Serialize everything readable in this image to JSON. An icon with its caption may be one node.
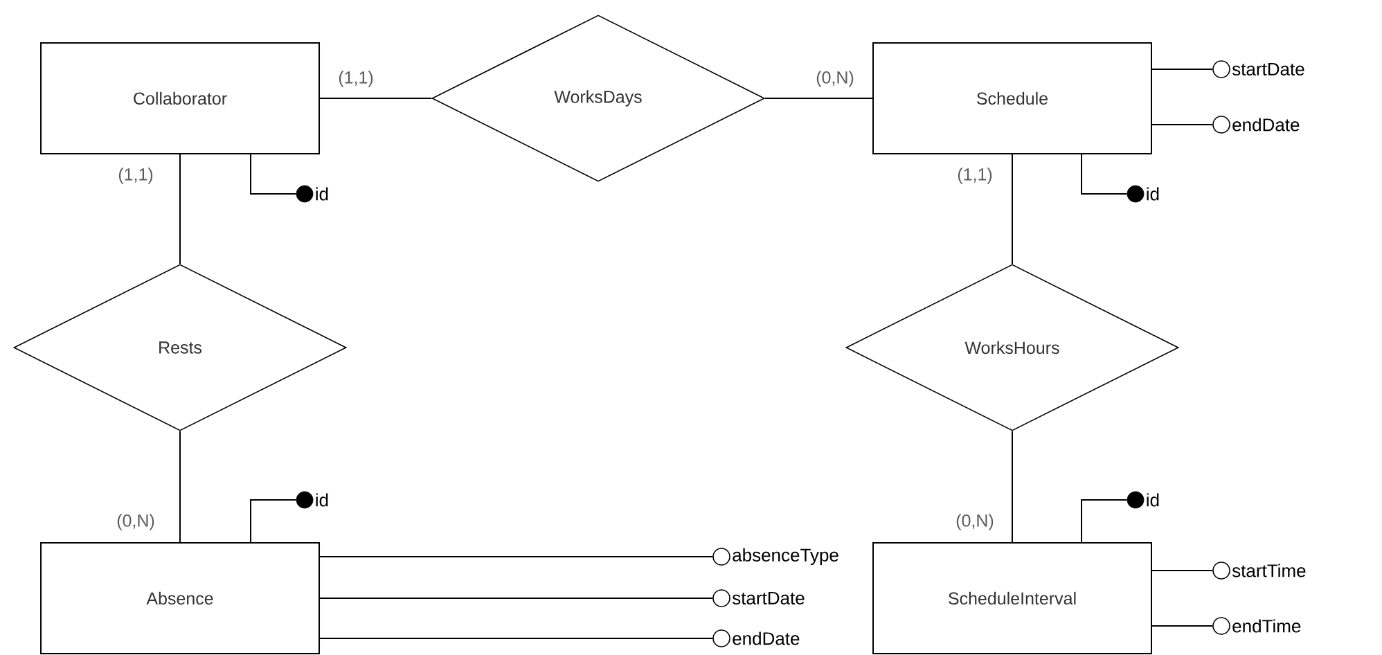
{
  "diagram": {
    "nodes": [
      {
        "text": [
          "Collaborator"
        ]
      },
      {
        "text": [
          "WorksDays"
        ]
      },
      {
        "text": [
          "Schedule"
        ]
      },
      {
        "text": [],
        "shape": "circle",
        "beside": [
          "startDate"
        ]
      },
      {
        "text": [],
        "shape": "circle",
        "beside": [
          "endDate"
        ]
      },
      {
        "text": [],
        "shape": "dot",
        "beside": [
          "id"
        ]
      },
      {
        "text": [],
        "shape": "dot",
        "beside": [
          "id"
        ]
      },
      {
        "text": [
          "Rests"
        ]
      },
      {
        "text": [
          "WorksHours"
        ]
      },
      {
        "text": [],
        "shape": "dot",
        "beside": [
          "id"
        ]
      },
      {
        "text": [],
        "shape": "dot",
        "beside": [
          "id"
        ]
      },
      {
        "text": [],
        "shape": "circle",
        "beside": [
          "absenceType"
        ]
      },
      {
        "text": [],
        "shape": "circle",
        "beside": [
          "startTime"
        ]
      },
      {
        "text": [
          "Absence"
        ]
      },
      {
        "text": [
          "ScheduleInterval"
        ]
      },
      {
        "text": [],
        "shape": "circle",
        "beside": [
          "startDate"
        ]
      },
      {
        "text": [],
        "shape": "circle",
        "beside": [
          "endTime"
        ]
      },
      {
        "text": [],
        "shape": "circle",
        "beside": [
          "endDate"
        ]
      }
    ],
    "edges": [
      {
        "from": 0,
        "to": 1,
        "arrow": "none",
        "label": "(1,1)"
      },
      {
        "from": 1,
        "to": 2,
        "arrow": "none",
        "label": "(0,N)"
      },
      {
        "from": 0,
        "to": 7,
        "arrow": "none",
        "label": "(1,1)"
      },
      {
        "from": 7,
        "to": 13,
        "arrow": "none",
        "label": "(0,N)"
      },
      {
        "from": 2,
        "to": 8,
        "arrow": "none",
        "label": "(1,1)"
      },
      {
        "from": 8,
        "to": 14,
        "arrow": "none",
        "label": "(0,N)"
      },
      {
        "from": 0,
        "to": 5,
        "arrow": "none"
      },
      {
        "from": 2,
        "to": 3,
        "arrow": "none"
      },
      {
        "from": 2,
        "to": 4,
        "arrow": "none"
      },
      {
        "from": 2,
        "to": 6,
        "arrow": "none"
      },
      {
        "from": 13,
        "to": 9,
        "arrow": "none"
      },
      {
        "from": 13,
        "to": 11,
        "arrow": "none"
      },
      {
        "from": 13,
        "to": 15,
        "arrow": "none"
      },
      {
        "from": 13,
        "to": 17,
        "arrow": "none"
      },
      {
        "from": 14,
        "to": 10,
        "arrow": "none"
      },
      {
        "from": 14,
        "to": 12,
        "arrow": "none"
      },
      {
        "from": 14,
        "to": 16,
        "arrow": "none"
      }
    ]
  }
}
